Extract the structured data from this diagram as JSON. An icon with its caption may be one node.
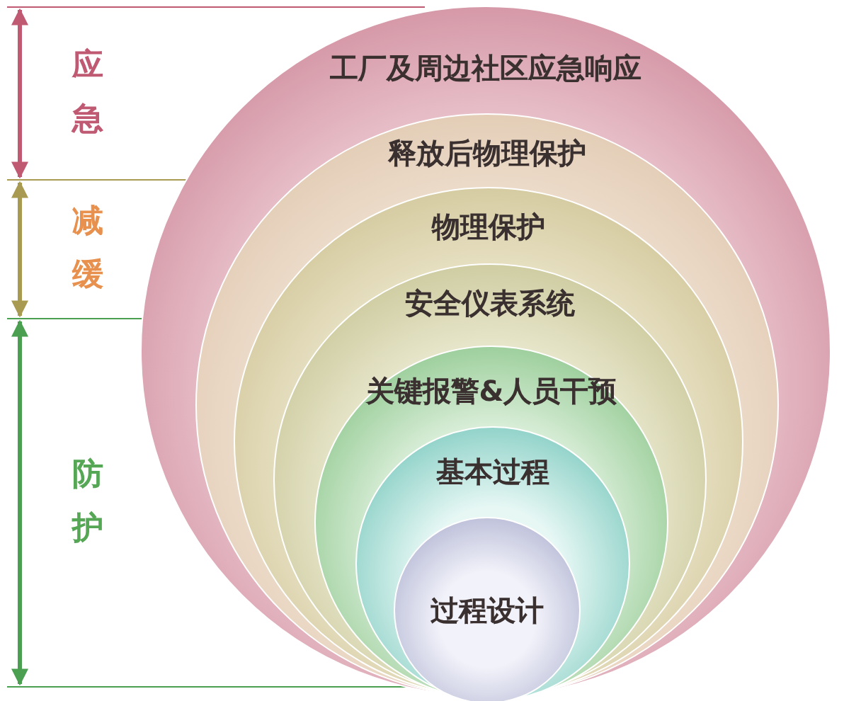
{
  "diagram": {
    "nodes": [
      {
        "text": [
          "工厂及周边社区应急响应"
        ]
      },
      {
        "text": [
          "释放后物理保护"
        ],
        "in": 0
      },
      {
        "text": [
          "物理保护"
        ],
        "in": 1
      },
      {
        "text": [
          "安全仪表系统"
        ],
        "in": 2
      },
      {
        "text": [
          "关键报警&人员干预"
        ],
        "in": 3
      },
      {
        "text": [
          "基本过程"
        ],
        "in": 4
      },
      {
        "text": [
          "过程设计"
        ],
        "in": 5
      }
    ],
    "edges": [],
    "labels": [
      "应急",
      "减缓",
      "防护"
    ]
  }
}
